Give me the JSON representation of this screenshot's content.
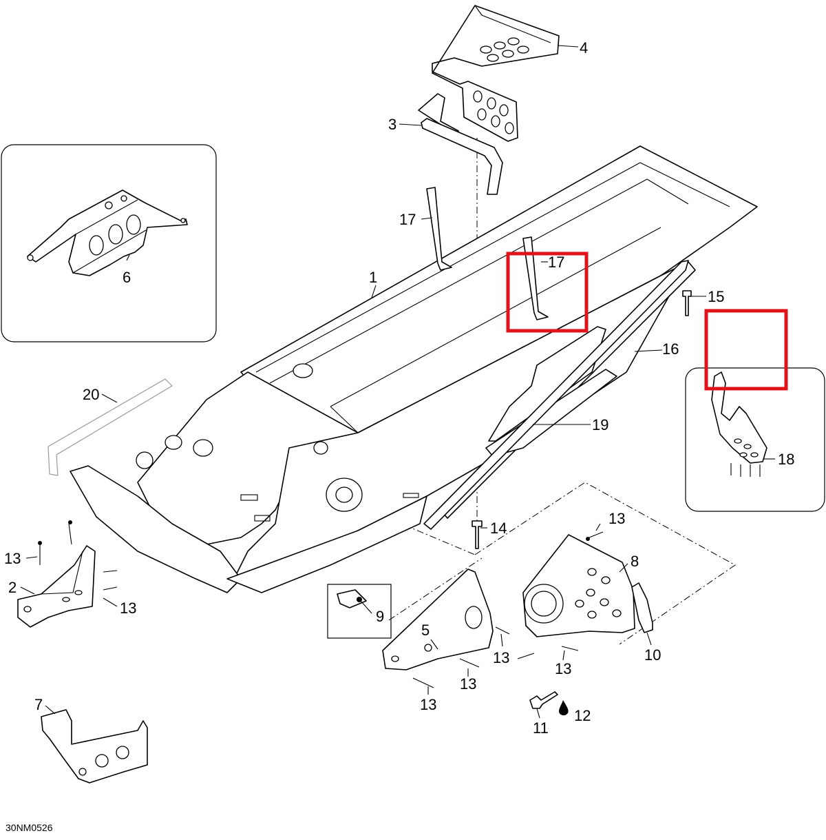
{
  "diagram_code": "30NM0526",
  "highlight_color": "#e0131a",
  "callouts": {
    "c1": "1",
    "c2": "2",
    "c3": "3",
    "c4": "4",
    "c5": "5",
    "c6": "6",
    "c7": "7",
    "c8": "8",
    "c9": "9",
    "c10": "10",
    "c11": "11",
    "c12": "12",
    "c13a": "13",
    "c13b": "13",
    "c13c": "13",
    "c13d": "13",
    "c13e": "13",
    "c13f": "13",
    "c13g": "13",
    "c14": "14",
    "c15": "15",
    "c16": "16",
    "c17a": "17",
    "c17b": "17",
    "c18": "18",
    "c19": "19",
    "c20": "20"
  }
}
